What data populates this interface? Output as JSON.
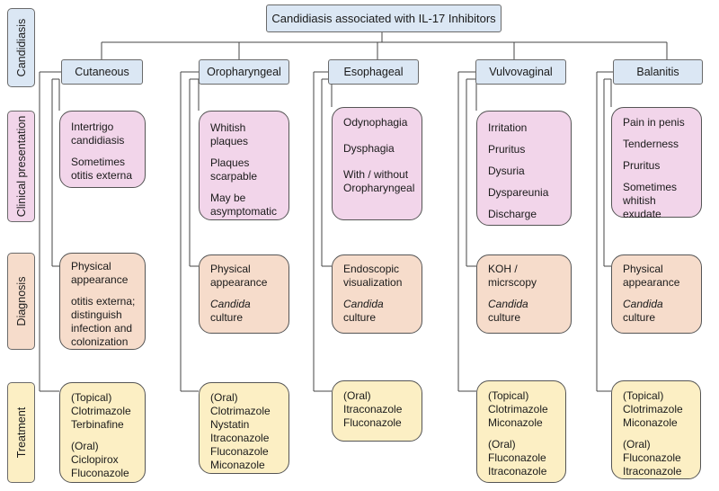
{
  "title": "Candidiasis associated with IL-17 Inhibitors",
  "row_labels": {
    "candidiasis": "Candidiasis",
    "clinical": "Clinical presentation",
    "diagnosis": "Diagnosis",
    "treatment": "Treatment"
  },
  "categories": {
    "cutaneous": "Cutaneous",
    "oropharyngeal": "Oropharyngeal",
    "esophageal": "Esophageal",
    "vulvovaginal": "Vulvovaginal",
    "balanitis": "Balanitis"
  },
  "clinical": {
    "cutaneous": [
      "Intertrigo candidiasis",
      "Sometimes otitis externa"
    ],
    "oropharyngeal": [
      "Whitish plaques",
      "Plaques scarpable",
      "May be asymptomatic"
    ],
    "esophageal": [
      "Odynophagia",
      "Dysphagia",
      "With / without Oropharyngeal"
    ],
    "vulvovaginal": [
      "Irritation",
      "Pruritus",
      "Dysuria",
      "Dyspareunia",
      "Discharge"
    ],
    "balanitis": [
      "Pain in penis",
      "Tenderness",
      "Pruritus",
      "Sometimes whitish exudate"
    ]
  },
  "diagnosis": {
    "cutaneous": [
      "Physical appearance",
      "otitis externa; distinguish infection and colonization"
    ],
    "oropharyngeal": {
      "line1": "Physical appearance",
      "italic": "Candida",
      "rest": "culture"
    },
    "esophageal": {
      "line1": "Endoscopic visualization",
      "italic": "Candida",
      "rest": "culture"
    },
    "vulvovaginal": {
      "line1": "KOH / micrscopy",
      "italic": "Candida",
      "rest": "culture"
    },
    "balanitis": {
      "line1": "Physical appearance",
      "italic": "Candida",
      "rest": "culture"
    }
  },
  "treatment": {
    "cutaneous": {
      "topical_label": "(Topical)",
      "topical": [
        "Clotrimazole",
        "Terbinafine"
      ],
      "oral_label": "(Oral)",
      "oral": [
        "Ciclopirox",
        "Fluconazole"
      ]
    },
    "oropharyngeal": {
      "oral_label": "(Oral)",
      "oral": [
        "Clotrimazole",
        "Nystatin",
        "Itraconazole",
        "Fluconazole",
        "Miconazole"
      ]
    },
    "esophageal": {
      "oral_label": "(Oral)",
      "oral": [
        "Itraconazole",
        "Fluconazole"
      ]
    },
    "vulvovaginal": {
      "topical_label": "(Topical)",
      "topical": [
        "Clotrimazole",
        "Miconazole"
      ],
      "oral_label": "(Oral)",
      "oral": [
        "Fluconazole",
        "Itraconazole"
      ]
    },
    "balanitis": {
      "topical_label": "(Topical)",
      "topical": [
        "Clotrimazole",
        "Miconazole"
      ],
      "oral_label": "(Oral)",
      "oral": [
        "Fluconazole",
        "Itraconazole"
      ]
    }
  }
}
